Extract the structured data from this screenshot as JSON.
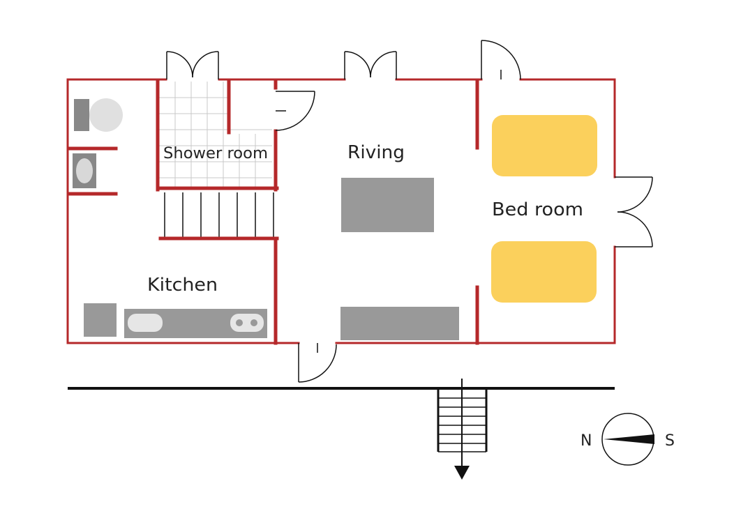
{
  "rooms": {
    "shower": "Shower room",
    "living": "Riving",
    "bedroom": "Bed room",
    "kitchen": "Kitchen"
  },
  "compass": {
    "north": "N",
    "south": "S"
  },
  "colors": {
    "wall": "#b5282a",
    "furniture": "#999999",
    "bed": "#fbd05c",
    "toilet_bowl": "#e0e0e0",
    "line": "#111111",
    "grid": "#c8c8c8"
  }
}
